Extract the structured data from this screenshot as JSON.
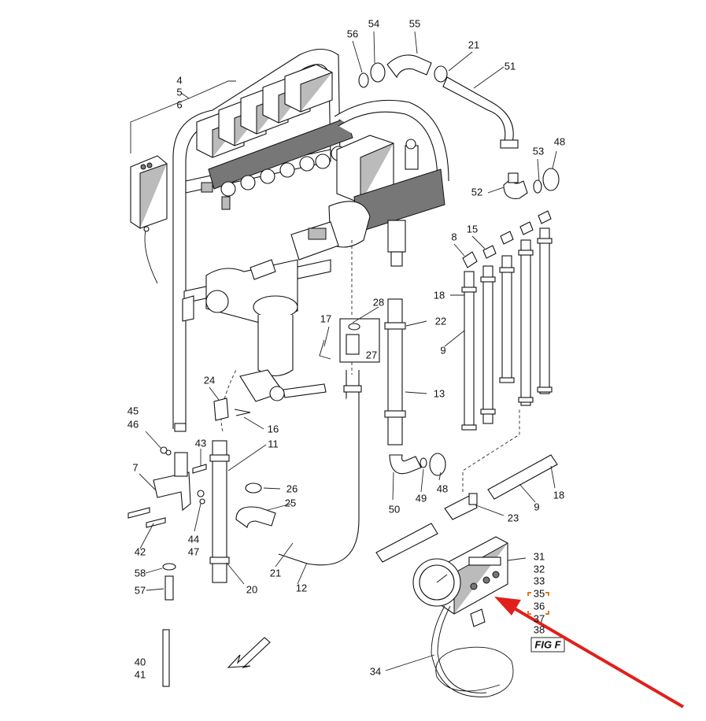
{
  "diagram": {
    "figure_label": "FIG F",
    "highlighted_callout": "36",
    "callouts": [
      {
        "id": "c4",
        "text": "4"
      },
      {
        "id": "c5",
        "text": "5"
      },
      {
        "id": "c6",
        "text": "6"
      },
      {
        "id": "c54",
        "text": "54"
      },
      {
        "id": "c56",
        "text": "56"
      },
      {
        "id": "c55",
        "text": "55"
      },
      {
        "id": "c21a",
        "text": "21"
      },
      {
        "id": "c51",
        "text": "51"
      },
      {
        "id": "c53",
        "text": "53"
      },
      {
        "id": "c48a",
        "text": "48"
      },
      {
        "id": "c52",
        "text": "52"
      },
      {
        "id": "c8",
        "text": "8"
      },
      {
        "id": "c15",
        "text": "15"
      },
      {
        "id": "c18a",
        "text": "18"
      },
      {
        "id": "c28",
        "text": "28"
      },
      {
        "id": "c17",
        "text": "17"
      },
      {
        "id": "c22",
        "text": "22"
      },
      {
        "id": "c27",
        "text": "27"
      },
      {
        "id": "c9a",
        "text": "9"
      },
      {
        "id": "c13",
        "text": "13"
      },
      {
        "id": "c24",
        "text": "24"
      },
      {
        "id": "c45",
        "text": "45"
      },
      {
        "id": "c46",
        "text": "46"
      },
      {
        "id": "c16",
        "text": "16"
      },
      {
        "id": "c43",
        "text": "43"
      },
      {
        "id": "c11",
        "text": "11"
      },
      {
        "id": "c7",
        "text": "7"
      },
      {
        "id": "c26",
        "text": "26"
      },
      {
        "id": "c25",
        "text": "25"
      },
      {
        "id": "c48b",
        "text": "48"
      },
      {
        "id": "c49",
        "text": "49"
      },
      {
        "id": "c50",
        "text": "50"
      },
      {
        "id": "c23",
        "text": "23"
      },
      {
        "id": "c9b",
        "text": "9"
      },
      {
        "id": "c18b",
        "text": "18"
      },
      {
        "id": "c42",
        "text": "42"
      },
      {
        "id": "c44",
        "text": "44"
      },
      {
        "id": "c47",
        "text": "47"
      },
      {
        "id": "c58",
        "text": "58"
      },
      {
        "id": "c57",
        "text": "57"
      },
      {
        "id": "c21b",
        "text": "21"
      },
      {
        "id": "c12",
        "text": "12"
      },
      {
        "id": "c20",
        "text": "20"
      },
      {
        "id": "c31",
        "text": "31"
      },
      {
        "id": "c32",
        "text": "32"
      },
      {
        "id": "c33",
        "text": "33"
      },
      {
        "id": "c35",
        "text": "35"
      },
      {
        "id": "c36",
        "text": "36"
      },
      {
        "id": "c37",
        "text": "37"
      },
      {
        "id": "c38",
        "text": "38"
      },
      {
        "id": "c40",
        "text": "40"
      },
      {
        "id": "c41",
        "text": "41"
      },
      {
        "id": "c34",
        "text": "34"
      }
    ],
    "colors": {
      "arrow": "#e0201c",
      "highlight_corner": "#e07a20",
      "line": "#111111"
    }
  }
}
